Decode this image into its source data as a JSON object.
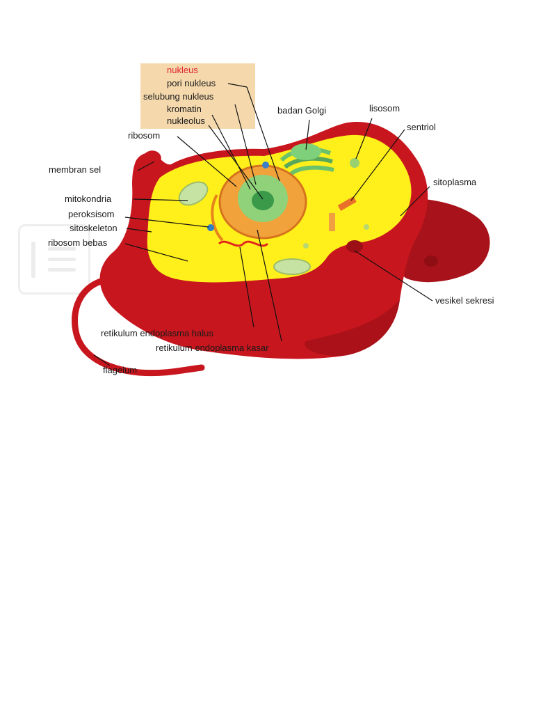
{
  "diagram": {
    "labels": {
      "nucleus": "nukleus",
      "nuclear_pore": "pori nukleus",
      "nuclear_envelope": "selubung nukleus",
      "chromatin": "kromatin",
      "nucleolus": "nukleolus",
      "ribosome": "ribosom",
      "golgi": "badan Golgi",
      "lysosome": "lisosom",
      "centriole": "sentriol",
      "cell_membrane": "membran sel",
      "mitochondria": "mitokondria",
      "peroxisome": "peroksisom",
      "cytoskeleton": "sitoskeleton",
      "free_ribosome": "ribosom bebas",
      "cytoplasm": "sitoplasma",
      "secretory_vesicle": "vesikel sekresi",
      "smooth_er": "retikulum endoplasma halus",
      "rough_er": "retikulum endoplasma kasar",
      "flagellum": "flagelum"
    },
    "colors": {
      "membrane": "#c8161e",
      "membrane_dark": "#8e0e14",
      "cytoplasm": "#ffef1a",
      "nucleus_outer": "#f2a23a",
      "nucleus_inner": "#8fd27a",
      "nucleolus": "#3a9a4a",
      "golgi": "#6cc26a",
      "label_box": "#f5d9ad",
      "highlight_label": "#e0262b"
    },
    "icons": [
      "document-watermark-icon"
    ]
  }
}
